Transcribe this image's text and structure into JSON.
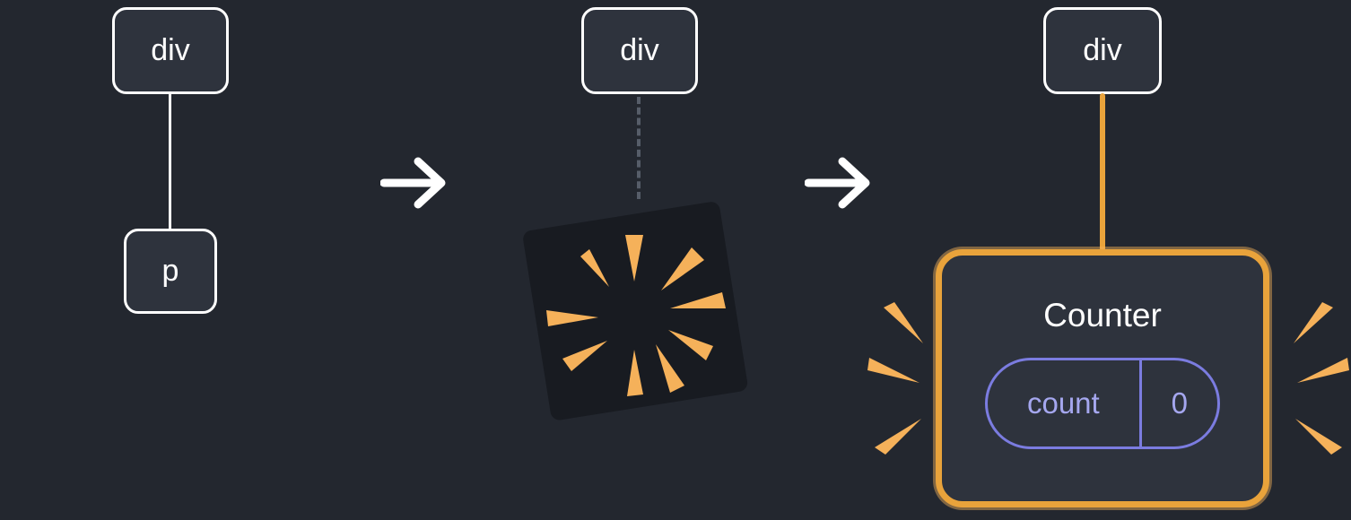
{
  "colors": {
    "background": "#23272f",
    "node_fill": "#2e333d",
    "node_border": "#ffffff",
    "arrow": "#ffffff",
    "connector_white": "#ffffff",
    "accent_orange": "#e9a33b",
    "spark_orange": "#f5b15a",
    "explosion_fill": "#181b21",
    "dashed_line": "#565d69",
    "state_border": "#7b7ce0",
    "state_text": "#a5a7ef",
    "text_white": "#ffffff"
  },
  "diagram": {
    "step1": {
      "parent_label": "div",
      "child_label": "p"
    },
    "step2": {
      "parent_label": "div"
    },
    "step3": {
      "parent_label": "div",
      "counter": {
        "title": "Counter",
        "state_name": "count",
        "state_value": "0"
      }
    }
  }
}
